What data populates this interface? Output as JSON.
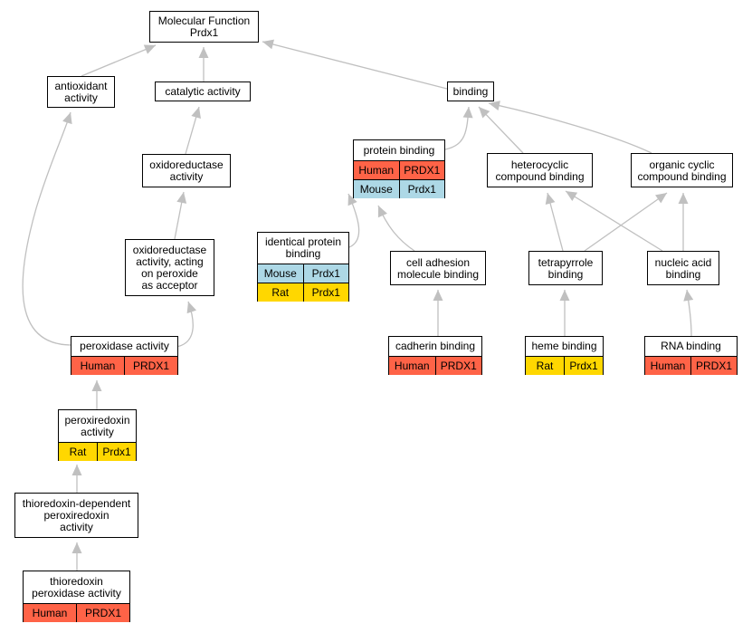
{
  "colors": {
    "human": "#ff6347",
    "mouse": "#add8e6",
    "rat": "#ffd700",
    "edge": "#c0c0c0"
  },
  "nodes": {
    "root": {
      "label": "Molecular Function\nPrdx1"
    },
    "antioxidant": {
      "label": "antioxidant\nactivity"
    },
    "catalytic": {
      "label": "catalytic activity"
    },
    "binding": {
      "label": "binding"
    },
    "oxidoreductase": {
      "label": "oxidoreductase\nactivity"
    },
    "oxido_peroxide": {
      "label": "oxidoreductase\nactivity, acting\non peroxide\nas acceptor"
    },
    "peroxidase": {
      "label": "peroxidase activity",
      "rows": [
        {
          "species": "Human",
          "gene": "PRDX1"
        }
      ]
    },
    "peroxiredoxin": {
      "label": "peroxiredoxin\nactivity",
      "rows": [
        {
          "species": "Rat",
          "gene": "Prdx1"
        }
      ]
    },
    "thioredoxin_dep": {
      "label": "thioredoxin-dependent\nperoxiredoxin\nactivity"
    },
    "thioredoxin_perox": {
      "label": "thioredoxin\nperoxidase activity",
      "rows": [
        {
          "species": "Human",
          "gene": "PRDX1"
        }
      ]
    },
    "protein_binding": {
      "label": "protein binding",
      "rows": [
        {
          "species": "Human",
          "gene": "PRDX1"
        },
        {
          "species": "Mouse",
          "gene": "Prdx1"
        }
      ]
    },
    "identical_protein": {
      "label": "identical protein\nbinding",
      "rows": [
        {
          "species": "Mouse",
          "gene": "Prdx1"
        },
        {
          "species": "Rat",
          "gene": "Prdx1"
        }
      ]
    },
    "cell_adhesion": {
      "label": "cell adhesion\nmolecule binding"
    },
    "cadherin": {
      "label": "cadherin binding",
      "rows": [
        {
          "species": "Human",
          "gene": "PRDX1"
        }
      ]
    },
    "heterocyclic": {
      "label": "heterocyclic\ncompound binding"
    },
    "organic_cyclic": {
      "label": "organic cyclic\ncompound binding"
    },
    "tetrapyrrole": {
      "label": "tetrapyrrole\nbinding"
    },
    "nucleic_acid": {
      "label": "nucleic acid\nbinding"
    },
    "heme": {
      "label": "heme binding",
      "rows": [
        {
          "species": "Rat",
          "gene": "Prdx1"
        }
      ]
    },
    "rna": {
      "label": "RNA binding",
      "rows": [
        {
          "species": "Human",
          "gene": "PRDX1"
        }
      ]
    }
  },
  "edges": [
    [
      "antioxidant",
      "root"
    ],
    [
      "catalytic",
      "root"
    ],
    [
      "binding",
      "root"
    ],
    [
      "oxidoreductase",
      "catalytic"
    ],
    [
      "oxido_peroxide",
      "oxidoreductase"
    ],
    [
      "peroxidase",
      "oxido_peroxide"
    ],
    [
      "peroxidase",
      "antioxidant"
    ],
    [
      "peroxiredoxin",
      "peroxidase"
    ],
    [
      "thioredoxin_dep",
      "peroxiredoxin"
    ],
    [
      "thioredoxin_perox",
      "thioredoxin_dep"
    ],
    [
      "protein_binding",
      "binding"
    ],
    [
      "identical_protein",
      "protein_binding"
    ],
    [
      "cell_adhesion",
      "protein_binding"
    ],
    [
      "cadherin",
      "cell_adhesion"
    ],
    [
      "heterocyclic",
      "binding"
    ],
    [
      "organic_cyclic",
      "binding"
    ],
    [
      "tetrapyrrole",
      "heterocyclic"
    ],
    [
      "tetrapyrrole",
      "organic_cyclic"
    ],
    [
      "nucleic_acid",
      "heterocyclic"
    ],
    [
      "nucleic_acid",
      "organic_cyclic"
    ],
    [
      "heme",
      "tetrapyrrole"
    ],
    [
      "rna",
      "nucleic_acid"
    ]
  ]
}
